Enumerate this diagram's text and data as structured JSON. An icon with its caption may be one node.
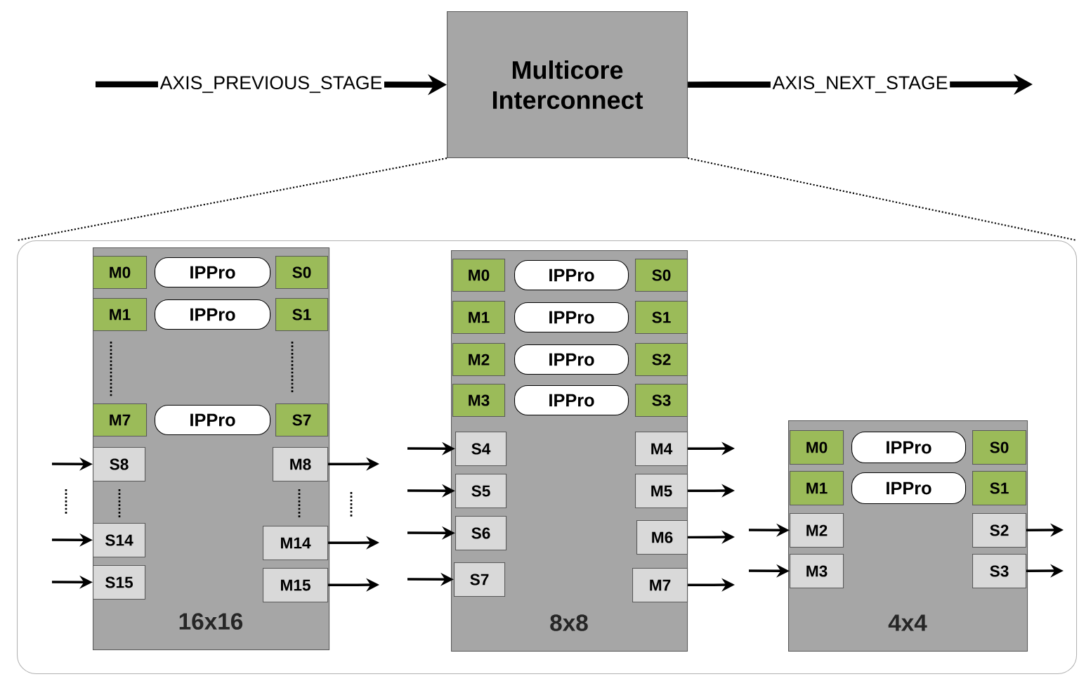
{
  "diagram": {
    "nodes": [
      {
        "text": [
          "Multicore Interconnect"
        ]
      },
      {
        "text": [],
        "shape": "box"
      },
      {
        "text": [
          "16x16"
        ],
        "in": 1
      },
      {
        "text": [
          "M0"
        ],
        "in": 2
      },
      {
        "text": [
          "IPPro"
        ],
        "in": 2
      },
      {
        "text": [
          "S0"
        ],
        "in": 2
      },
      {
        "text": [
          "M1"
        ],
        "in": 2
      },
      {
        "text": [
          "IPPro"
        ],
        "in": 2
      },
      {
        "text": [
          "S1"
        ],
        "in": 2
      },
      {
        "text": [
          "M7"
        ],
        "in": 2
      },
      {
        "text": [
          "IPPro"
        ],
        "in": 2
      },
      {
        "text": [
          "S7"
        ],
        "in": 2
      },
      {
        "text": [
          "S8"
        ],
        "in": 2
      },
      {
        "text": [
          "M8"
        ],
        "in": 2
      },
      {
        "text": [
          "S14"
        ],
        "in": 2
      },
      {
        "text": [
          "M14"
        ],
        "in": 2
      },
      {
        "text": [
          "S15"
        ],
        "in": 2
      },
      {
        "text": [
          "M15"
        ],
        "in": 2
      },
      {
        "text": [
          "8x8"
        ],
        "in": 1
      },
      {
        "text": [
          "M0"
        ],
        "in": 18
      },
      {
        "text": [
          "IPPro"
        ],
        "in": 18
      },
      {
        "text": [
          "S0"
        ],
        "in": 18
      },
      {
        "text": [
          "M1"
        ],
        "in": 18
      },
      {
        "text": [
          "IPPro"
        ],
        "in": 18
      },
      {
        "text": [
          "S1"
        ],
        "in": 18
      },
      {
        "text": [
          "M2"
        ],
        "in": 18
      },
      {
        "text": [
          "IPPro"
        ],
        "in": 18
      },
      {
        "text": [
          "S2"
        ],
        "in": 18
      },
      {
        "text": [
          "M3"
        ],
        "in": 18
      },
      {
        "text": [
          "IPPro"
        ],
        "in": 18
      },
      {
        "text": [
          "S3"
        ],
        "in": 18
      },
      {
        "text": [
          "S4"
        ],
        "in": 18
      },
      {
        "text": [
          "M4"
        ],
        "in": 18
      },
      {
        "text": [
          "S5"
        ],
        "in": 18
      },
      {
        "text": [
          "M5"
        ],
        "in": 18
      },
      {
        "text": [
          "S6"
        ],
        "in": 18
      },
      {
        "text": [
          "M6"
        ],
        "in": 18
      },
      {
        "text": [
          "S7"
        ],
        "in": 18
      },
      {
        "text": [
          "M7"
        ],
        "in": 18
      },
      {
        "text": [
          "4x4"
        ],
        "in": 1
      },
      {
        "text": [
          "M0"
        ],
        "in": 39
      },
      {
        "text": [
          "IPPro"
        ],
        "in": 39
      },
      {
        "text": [
          "S0"
        ],
        "in": 39
      },
      {
        "text": [
          "M1"
        ],
        "in": 39
      },
      {
        "text": [
          "IPPro"
        ],
        "in": 39
      },
      {
        "text": [
          "S1"
        ],
        "in": 39
      },
      {
        "text": [
          "M2"
        ],
        "in": 39
      },
      {
        "text": [
          "S2"
        ],
        "in": 39
      },
      {
        "text": [
          "M3"
        ],
        "in": 39
      },
      {
        "text": [
          "S3"
        ],
        "in": 39
      }
    ],
    "edges": [
      {
        "from": null,
        "to": 0,
        "arrow": "to",
        "label": "AXIS_PREVIOUS_STAGE",
        "style": "thick"
      },
      {
        "from": 0,
        "to": null,
        "arrow": "to",
        "label": "AXIS_NEXT_STAGE",
        "style": "thick"
      },
      {
        "from": 0,
        "to": 1,
        "arrow": "none",
        "style": "dashed"
      },
      {
        "from": 0,
        "to": 1,
        "arrow": "none",
        "style": "dashed"
      },
      {
        "from": null,
        "to": 12,
        "arrow": "to"
      },
      {
        "from": 13,
        "to": null,
        "arrow": "to"
      },
      {
        "from": null,
        "to": 14,
        "arrow": "to"
      },
      {
        "from": 15,
        "to": null,
        "arrow": "to"
      },
      {
        "from": null,
        "to": 16,
        "arrow": "to"
      },
      {
        "from": 17,
        "to": null,
        "arrow": "to"
      },
      {
        "from": null,
        "to": 31,
        "arrow": "to"
      },
      {
        "from": 32,
        "to": null,
        "arrow": "to"
      },
      {
        "from": null,
        "to": 33,
        "arrow": "to"
      },
      {
        "from": 34,
        "to": null,
        "arrow": "to"
      },
      {
        "from": null,
        "to": 35,
        "arrow": "to"
      },
      {
        "from": 36,
        "to": null,
        "arrow": "to"
      },
      {
        "from": null,
        "to": 37,
        "arrow": "to"
      },
      {
        "from": 38,
        "to": null,
        "arrow": "to"
      },
      {
        "from": null,
        "to": 46,
        "arrow": "to"
      },
      {
        "from": 47,
        "to": null,
        "arrow": "to"
      },
      {
        "from": null,
        "to": 48,
        "arrow": "to"
      },
      {
        "from": 49,
        "to": null,
        "arrow": "to"
      }
    ]
  }
}
